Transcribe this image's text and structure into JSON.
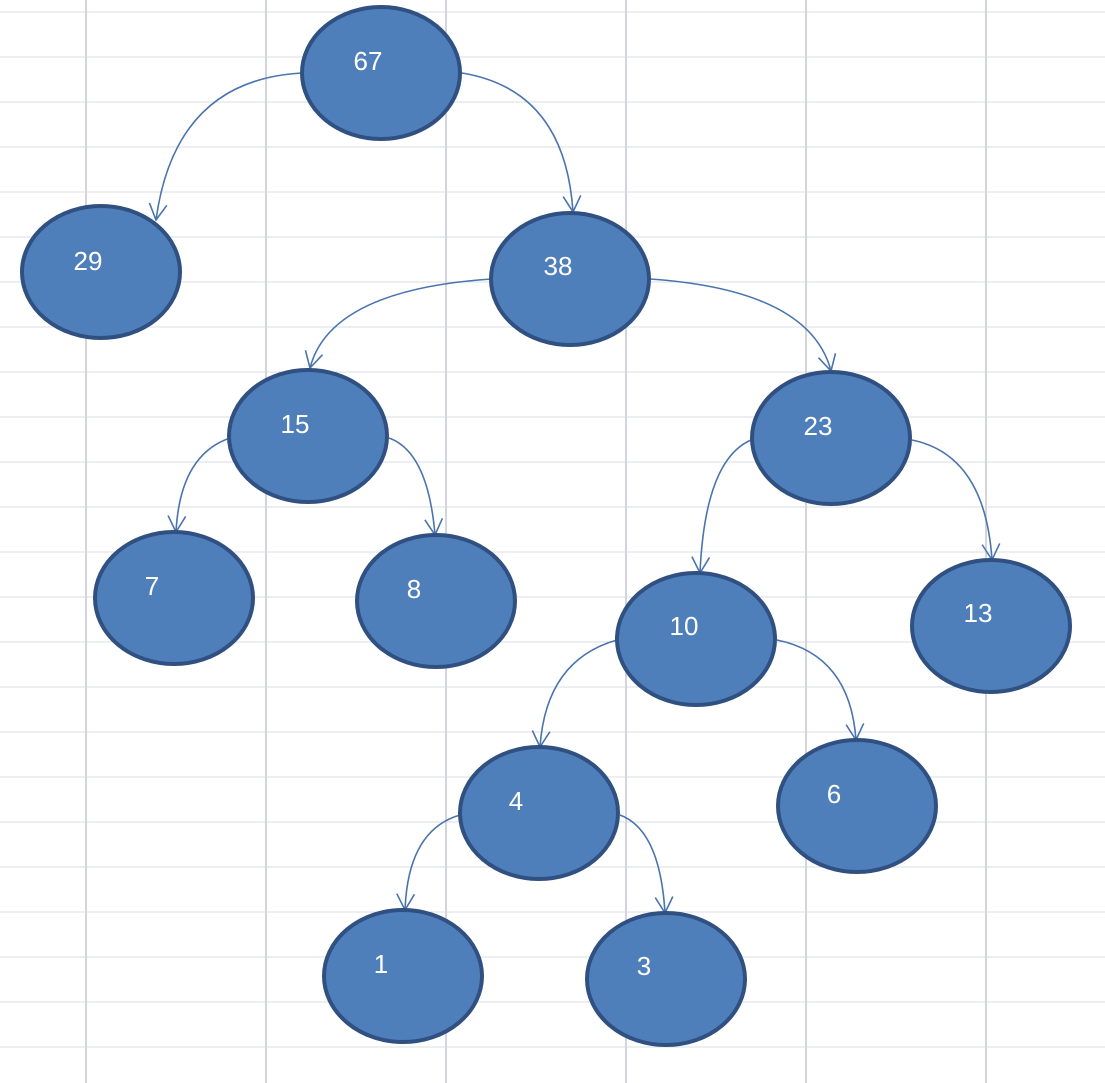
{
  "diagram": {
    "type": "binary-tree",
    "nodes": [
      {
        "id": "n67",
        "label": "67"
      },
      {
        "id": "n29",
        "label": "29"
      },
      {
        "id": "n38",
        "label": "38"
      },
      {
        "id": "n15",
        "label": "15"
      },
      {
        "id": "n23",
        "label": "23"
      },
      {
        "id": "n7",
        "label": "7"
      },
      {
        "id": "n8",
        "label": "8"
      },
      {
        "id": "n10",
        "label": "10"
      },
      {
        "id": "n13",
        "label": "13"
      },
      {
        "id": "n4",
        "label": "4"
      },
      {
        "id": "n6",
        "label": "6"
      },
      {
        "id": "n1",
        "label": "1"
      },
      {
        "id": "n3",
        "label": "3"
      }
    ],
    "edges": [
      {
        "from": "n67",
        "to": "n29"
      },
      {
        "from": "n67",
        "to": "n38"
      },
      {
        "from": "n38",
        "to": "n15"
      },
      {
        "from": "n38",
        "to": "n23"
      },
      {
        "from": "n15",
        "to": "n7"
      },
      {
        "from": "n15",
        "to": "n8"
      },
      {
        "from": "n23",
        "to": "n10"
      },
      {
        "from": "n23",
        "to": "n13"
      },
      {
        "from": "n10",
        "to": "n4"
      },
      {
        "from": "n10",
        "to": "n6"
      },
      {
        "from": "n4",
        "to": "n1"
      },
      {
        "from": "n4",
        "to": "n3"
      }
    ],
    "colors": {
      "node_fill": "#4f7fba",
      "node_border": "#2f5080",
      "edge": "#4a74ad",
      "label": "#ffffff",
      "grid": "#d9dde3"
    }
  }
}
